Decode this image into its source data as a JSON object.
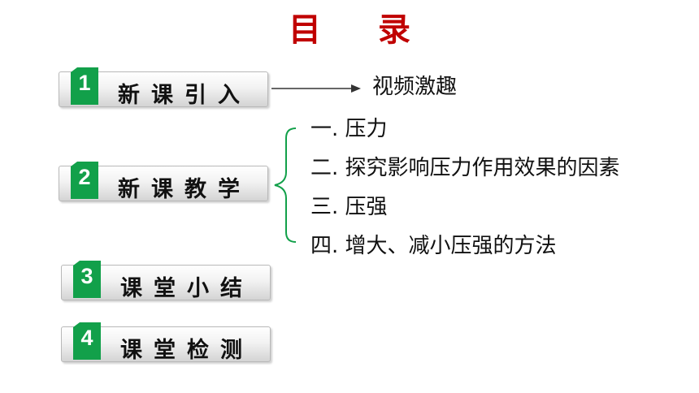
{
  "title": "目 录",
  "menu": [
    {
      "num": "1",
      "label": "新课引入"
    },
    {
      "num": "2",
      "label": "新课教学"
    },
    {
      "num": "3",
      "label": "课堂小结"
    },
    {
      "num": "4",
      "label": "课堂检测"
    }
  ],
  "intro_target": "视频激趣",
  "teaching_items": [
    "一. 压力",
    "二. 探究影响压力作用效果的因素",
    "三. 压强",
    "四. 增大、减小压强的方法"
  ],
  "colors": {
    "title": "#c00000",
    "badge": "#12a04a"
  }
}
